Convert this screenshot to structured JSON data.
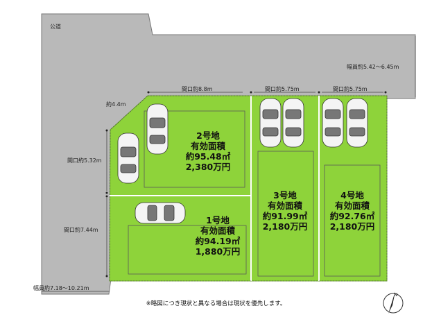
{
  "road_label": "公道",
  "road_width_top": "幅員約5.42～6.45m",
  "road_width_bottom": "幅員約7.18～10.21m",
  "frontage": {
    "lot2_top": "間口約8.8m",
    "lot3_top": "間口約5.75m",
    "lot4_top": "間口約5.75m",
    "corner": "約4.4m",
    "lot2_left": "間口約5.32m",
    "lot1_left": "間口約7.44m"
  },
  "lots": [
    {
      "name": "1号地",
      "area_label": "有効面積",
      "area": "約94.19㎡",
      "price": "1,880万円"
    },
    {
      "name": "2号地",
      "area_label": "有効面積",
      "area": "約95.48㎡",
      "price": "2,380万円"
    },
    {
      "name": "3号地",
      "area_label": "有効面積",
      "area": "約91.99㎡",
      "price": "2,180万円"
    },
    {
      "name": "4号地",
      "area_label": "有効面積",
      "area": "約92.76㎡",
      "price": "2,180万円"
    }
  ],
  "note": "※略図につき現状と異なる場合は現状を優先します。",
  "north_label": "N",
  "colors": {
    "road": "#b9b9b9",
    "land": "#8ed33a",
    "outline": "#ffffff",
    "border": "#555555"
  }
}
